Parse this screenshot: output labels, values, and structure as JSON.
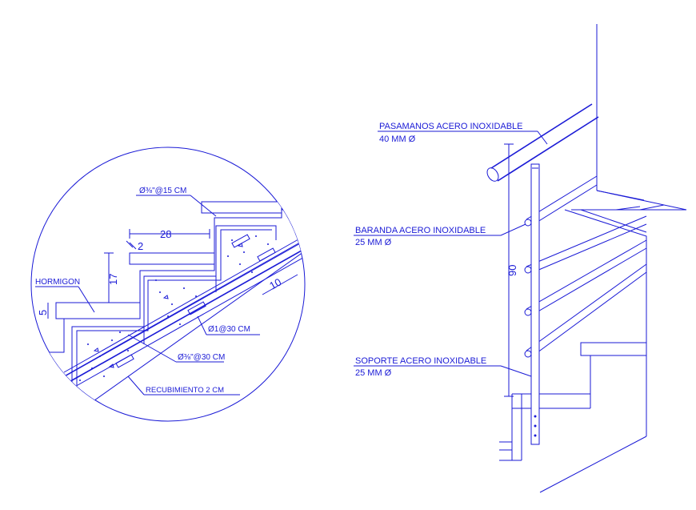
{
  "colors": {
    "ink": "#1a1ad6",
    "paper": "#ffffff"
  },
  "detail_left": {
    "label_stirrup": "Ø⅜\"@15 CM",
    "dim_tread": "28",
    "dim_nose": "2",
    "dim_riser": "17",
    "label_concrete": "HORMIGON",
    "dim_edge": "5",
    "dim_slab": "10",
    "label_bar1": "Ø1@30 CM",
    "label_bar2": "Ø⅜\"@30 CM",
    "label_cover": "RECUBIMIENTO 2 CM"
  },
  "detail_right": {
    "handrail_title": "PASAMANOS ACERO INOXIDABLE",
    "handrail_size": "40 MM Ø",
    "rail_title": "BARANDA ACERO INOXIDABLE",
    "rail_size": "25 MM Ø",
    "support_title": "SOPORTE ACERO INOXIDABLE",
    "support_size": "25 MM Ø",
    "dim_height": "90"
  }
}
